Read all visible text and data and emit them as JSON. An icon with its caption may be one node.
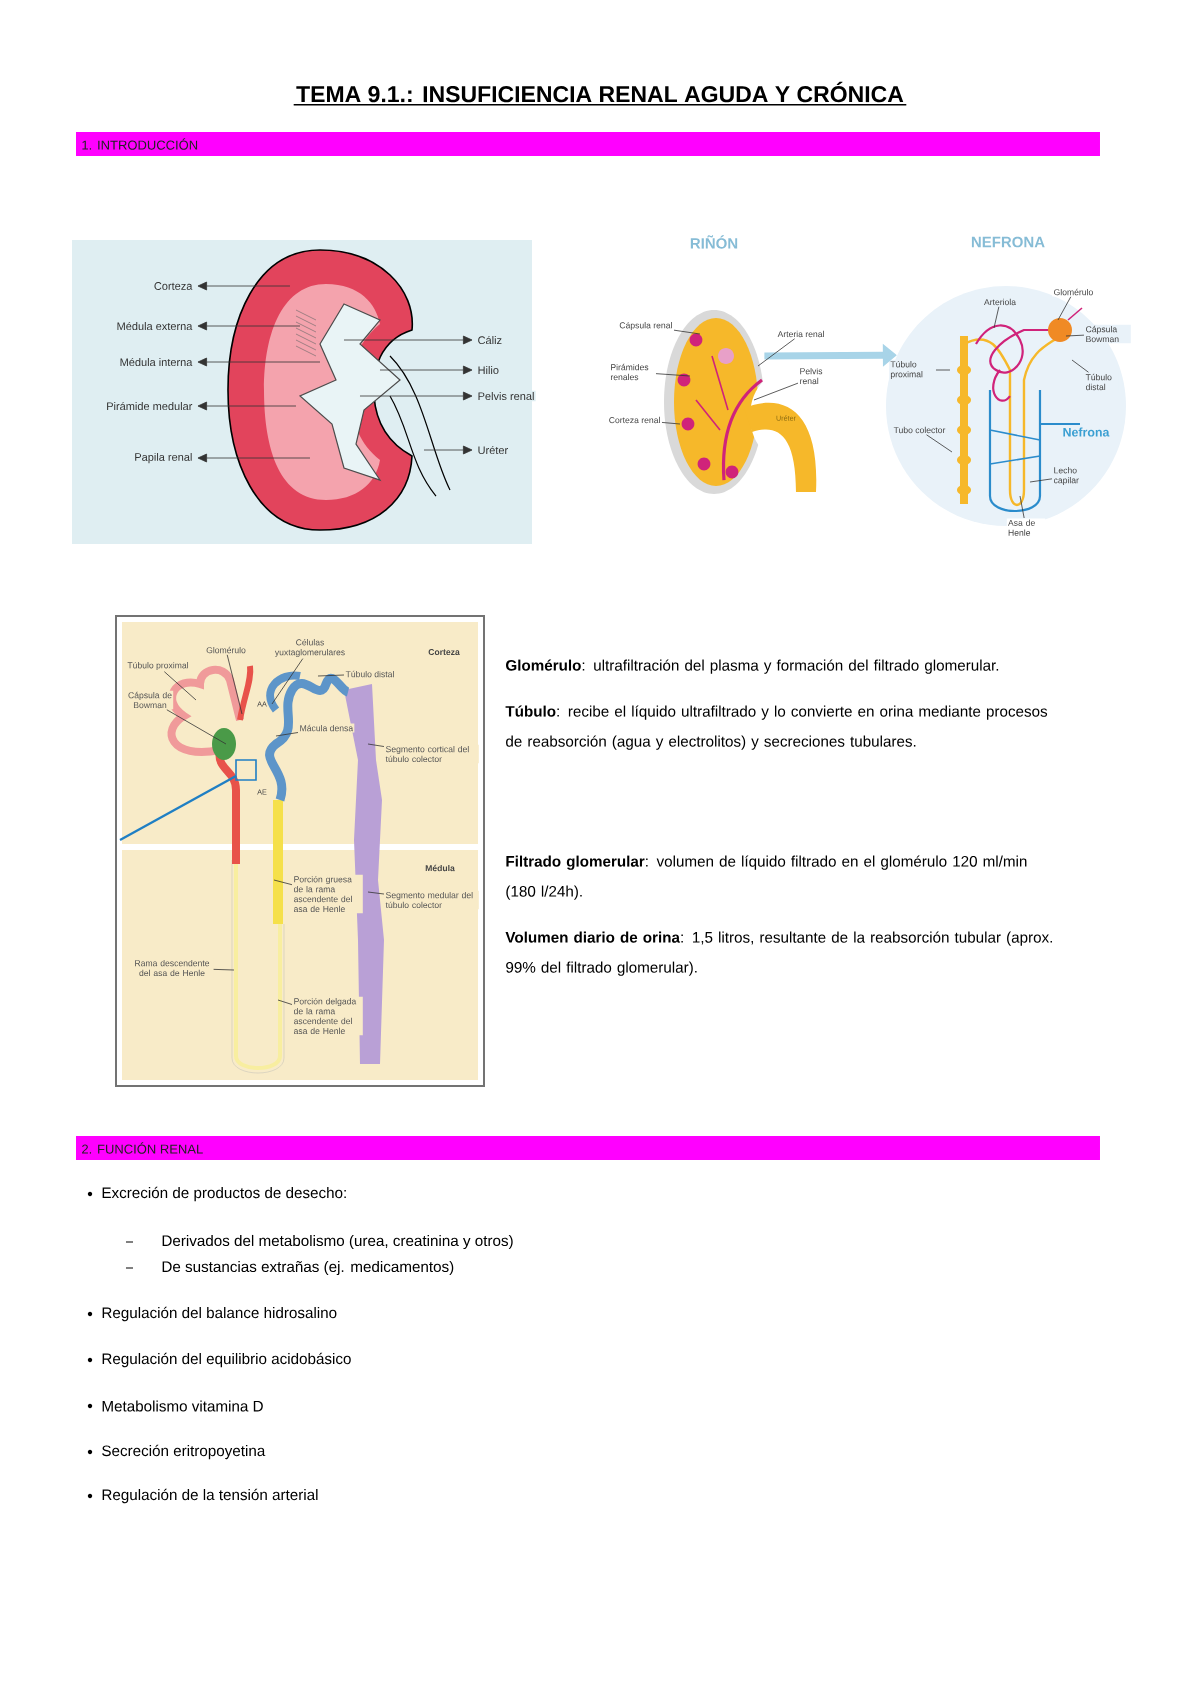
{
  "diagram": {
    "title": "TEMA 9.1.: INSUFICIENCIA RENAL AGUDA Y CRÓNICA",
    "nodes": [
      {
        "text": [],
        "shape": "picture"
      },
      {
        "text": [
          "Corteza"
        ]
      },
      {
        "text": [
          "Médula externa"
        ]
      },
      {
        "text": [
          "Médula interna"
        ]
      },
      {
        "text": [
          "Pirámide medular"
        ]
      },
      {
        "text": [
          "Papila renal"
        ]
      },
      {
        "text": [
          "Cáliz"
        ]
      },
      {
        "text": [
          "Hilio"
        ]
      },
      {
        "text": [
          "Pelvis renal"
        ]
      },
      {
        "text": [
          "Uréter"
        ]
      },
      {
        "text": [],
        "shape": "picture"
      },
      {
        "text": [],
        "shape": "circle"
      },
      {
        "text": [
          "Cápsula renal"
        ]
      },
      {
        "text": [
          "Pirámides renales"
        ]
      },
      {
        "text": [
          "Corteza renal"
        ]
      },
      {
        "text": [
          "Arteria renal"
        ]
      },
      {
        "text": [
          "Pelvis renal"
        ]
      },
      {
        "text": [
          "Arteriola"
        ],
        "in": 11
      },
      {
        "text": [
          "Glomérulo"
        ]
      },
      {
        "text": [
          "Cápsula Bowman"
        ],
        "in": 11
      },
      {
        "text": [
          "Túbulo proximal"
        ],
        "in": 11
      },
      {
        "text": [
          "Túbulo distal"
        ],
        "in": 11
      },
      {
        "text": [
          "Tubo colector"
        ],
        "in": 11
      },
      {
        "text": [
          "Lecho capilar"
        ],
        "in": 11
      },
      {
        "text": [
          "Asa de Henle"
        ]
      },
      {
        "text": [],
        "shape": "picture"
      },
      {
        "text": [
          "Túbulo proximal"
        ],
        "in": 25
      },
      {
        "text": [
          "Glomérulo"
        ],
        "in": 25
      },
      {
        "text": [
          "Células yuxtaglomerulares"
        ],
        "in": 25
      },
      {
        "text": [
          "Cápsula de Bowman"
        ],
        "in": 25
      },
      {
        "text": [
          "Túbulo distal"
        ],
        "in": 25
      },
      {
        "text": [
          "Mácula densa"
        ],
        "in": 25
      },
      {
        "text": [
          "Segmento cortical del túbulo colector"
        ],
        "in": 25
      },
      {
        "text": [
          "Porción gruesa de la rama ascendente del asa de Henle"
        ],
        "in": 25
      },
      {
        "text": [
          "Segmento medular del túbulo colector"
        ],
        "in": 25
      },
      {
        "text": [
          "Rama descendente del asa de Henle"
        ],
        "in": 25
      },
      {
        "text": [
          "Porción delgada de la rama ascendente del asa de Henle"
        ],
        "in": 25
      }
    ],
    "edges": [
      {
        "from": 0,
        "to": 1,
        "arrow": "to"
      },
      {
        "from": 0,
        "to": 2,
        "arrow": "to"
      },
      {
        "from": 0,
        "to": 3,
        "arrow": "to"
      },
      {
        "from": 0,
        "to": 4,
        "arrow": "to"
      },
      {
        "from": 0,
        "to": 5,
        "arrow": "to"
      },
      {
        "from": 0,
        "to": 6,
        "arrow": "to"
      },
      {
        "from": 0,
        "to": 7,
        "arrow": "to"
      },
      {
        "from": 0,
        "to": 8,
        "arrow": "to"
      },
      {
        "from": 0,
        "to": 9,
        "arrow": "to"
      },
      {
        "from": 10,
        "to": 11,
        "arrow": "to",
        "style": "thick",
        "color": "#a8d4e8"
      },
      {
        "from": 12,
        "to": 10,
        "arrow": "none"
      },
      {
        "from": 13,
        "to": 10,
        "arrow": "none"
      },
      {
        "from": 14,
        "to": 10,
        "arrow": "none"
      },
      {
        "from": 15,
        "to": 10,
        "arrow": "none"
      },
      {
        "from": 16,
        "to": 10,
        "arrow": "none"
      },
      {
        "from": 17,
        "to": 11,
        "arrow": "none"
      },
      {
        "from": 18,
        "to": 11,
        "arrow": "none"
      },
      {
        "from": 19,
        "to": 11,
        "arrow": "none"
      },
      {
        "from": 20,
        "to": 11,
        "arrow": "none"
      },
      {
        "from": 21,
        "to": 11,
        "arrow": "none"
      },
      {
        "from": 22,
        "to": 11,
        "arrow": "none"
      },
      {
        "from": 23,
        "to": 11,
        "arrow": "none"
      },
      {
        "from": 24,
        "to": 11,
        "arrow": "none"
      },
      {
        "from": 26,
        "to": 25,
        "arrow": "none"
      },
      {
        "from": 27,
        "to": 25,
        "arrow": "none"
      },
      {
        "from": 28,
        "to": 25,
        "arrow": "none"
      },
      {
        "from": 29,
        "to": 25,
        "arrow": "none"
      },
      {
        "from": 30,
        "to": 25,
        "arrow": "none"
      },
      {
        "from": 31,
        "to": 25,
        "arrow": "none"
      },
      {
        "from": 32,
        "to": 25,
        "arrow": "none"
      },
      {
        "from": 33,
        "to": 25,
        "arrow": "none"
      },
      {
        "from": 34,
        "to": 25,
        "arrow": "none"
      },
      {
        "from": 35,
        "to": 25,
        "arrow": "none"
      },
      {
        "from": 36,
        "to": 25,
        "arrow": "none"
      }
    ],
    "labels": [
      "1. INTRODUCCIÓN",
      "RIÑÓN",
      "NEFRONA",
      "Uréter",
      "Nefrona",
      "Corteza",
      "AA",
      "AE",
      "Médula",
      "**Glomérulo**: ultrafiltración del plasma y formación del filtrado glomerular.",
      "**Túbulo**: recibe el líquido ultrafiltrado y lo convierte en orina mediante procesos de reabsorción (agua y electrolitos) y secreciones tubulares.",
      "**Filtrado glomerular**: volumen de líquido filtrado en el glomérulo 120 ml/min (180 l/24h).",
      "**Volumen diario de orina**: 1,5 litros, resultante de la reabsorción tubular (aprox. 99% del filtrado glomerular).",
      "2. FUNCIÓN RENAL",
      "Excreción de productos de desecho:",
      "Derivados del metabolismo (urea, creatinina y otros)",
      "De sustancias extrañas (ej. medicamentos)",
      "Regulación del balance hidrosalino",
      "Regulación del equilibrio acidobásico",
      "Metabolismo vitamina D",
      "Secreción eritropoyetina",
      "Regulación de la tensión arterial"
    ]
  }
}
